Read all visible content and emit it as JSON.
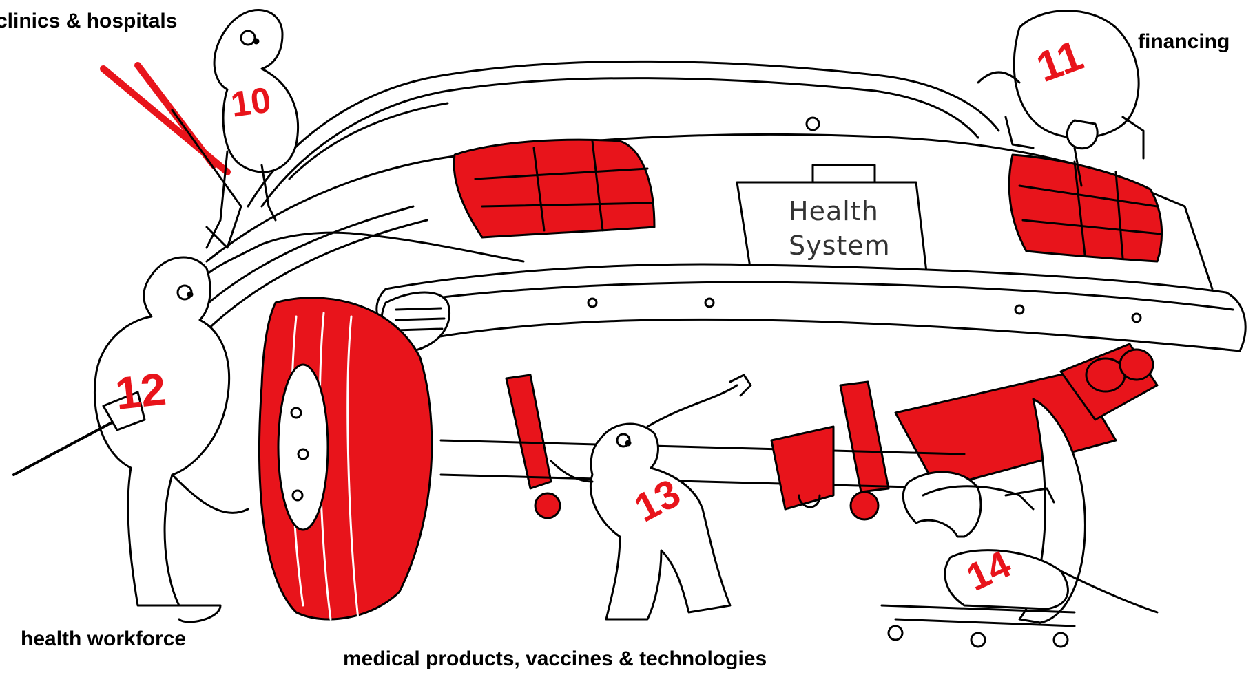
{
  "labels": {
    "clinics": "clinics & hospitals",
    "financing": "financing",
    "workforce": "health workforce",
    "products": "medical products, vaccines & technologies"
  },
  "plate": {
    "line1": "Health",
    "line2": "System"
  },
  "mechanics": {
    "m10": "10",
    "m11": "11",
    "m12": "12",
    "m13": "13",
    "m14": "14"
  },
  "colors": {
    "accent": "#e8141b",
    "ink": "#000000",
    "paper": "#ffffff"
  }
}
